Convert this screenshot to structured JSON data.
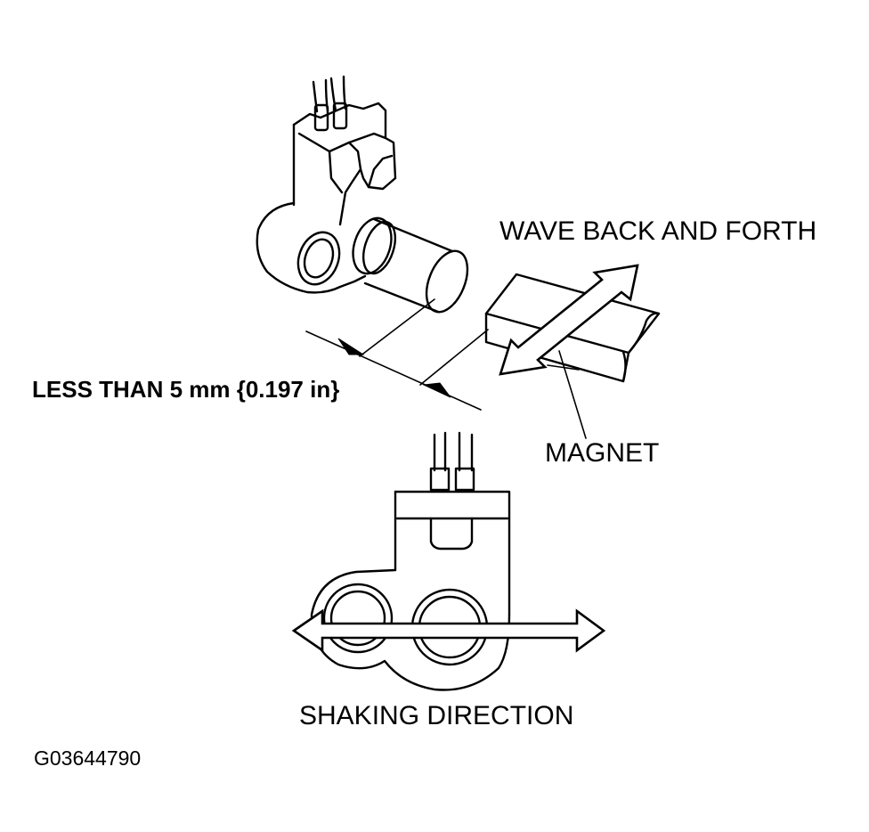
{
  "labels": {
    "wave": "WAVE BACK AND FORTH",
    "distance": "LESS THAN 5 mm {0.197 in}",
    "magnet": "MAGNET",
    "shaking": "SHAKING DIRECTION",
    "figure_code": "G03644790"
  },
  "colors": {
    "ink": "#000000",
    "background": "#ffffff"
  }
}
